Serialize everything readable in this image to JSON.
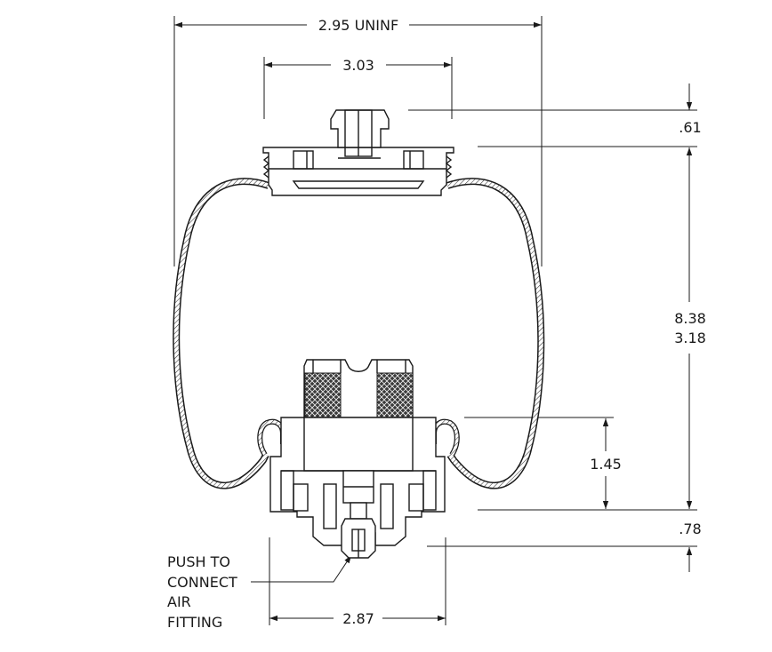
{
  "dimensions": {
    "top_width": "2.95 UNINF",
    "upper_plate_width": "3.03",
    "top_stud_height": ".61",
    "height_line1": "8.38",
    "height_line2": "3.18",
    "piston_height": "1.45",
    "bottom_offset": ".78",
    "bottom_width": "2.87"
  },
  "callout": {
    "line1": "PUSH TO",
    "line2": "CONNECT",
    "line3": "AIR",
    "line4": "FITTING"
  }
}
